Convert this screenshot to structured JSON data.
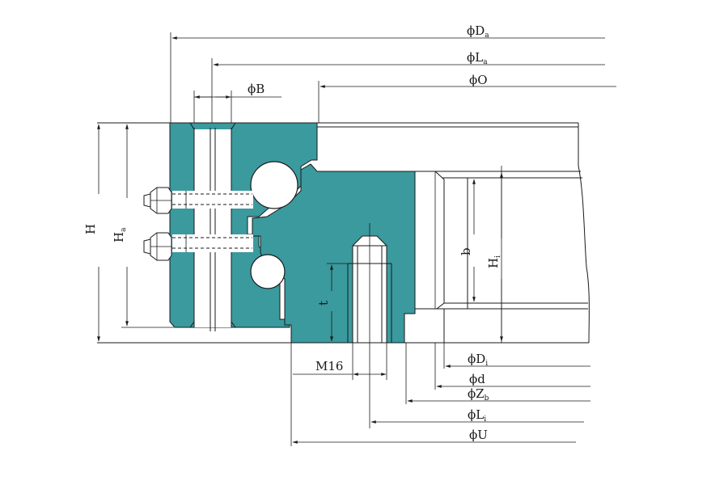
{
  "labels": {
    "Da": {
      "main": "ϕD",
      "sub": "a"
    },
    "La": {
      "main": "ϕL",
      "sub": "a"
    },
    "O": {
      "main": "ϕO"
    },
    "B": {
      "main": "ϕB"
    },
    "H": {
      "main": "H"
    },
    "Ha": {
      "main": "H",
      "sub": "a"
    },
    "b": {
      "main": "b"
    },
    "Hi": {
      "main": "H",
      "sub": "i"
    },
    "t": {
      "main": "t"
    },
    "M16": {
      "main": "M16"
    },
    "Di": {
      "main": "ϕD",
      "sub": "i"
    },
    "d": {
      "main": "ϕd"
    },
    "Zb": {
      "main": "ϕZ",
      "sub": "b"
    },
    "Li": {
      "main": "ϕL",
      "sub": "i"
    },
    "U": {
      "main": "ϕU"
    }
  },
  "colors": {
    "section_fill": "#3a9a9e",
    "line": "#1a1a1a",
    "background": "#ffffff"
  }
}
